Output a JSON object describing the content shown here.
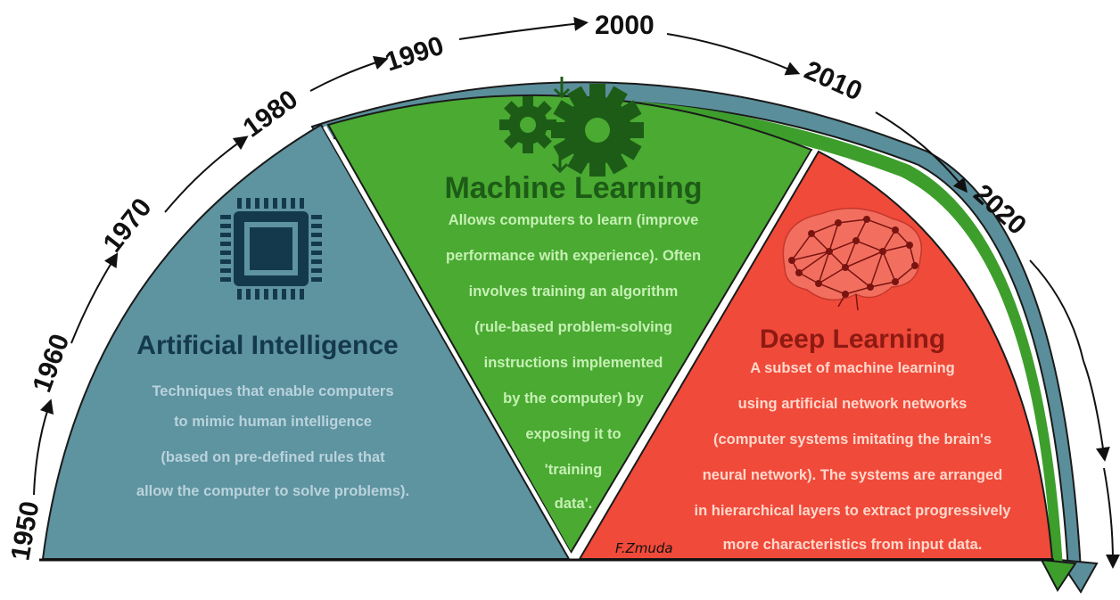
{
  "timeline": {
    "years": [
      "1950",
      "1960",
      "1970",
      "1980",
      "1990",
      "2000",
      "2010",
      "2020"
    ]
  },
  "sections": {
    "ai": {
      "title": "Artificial Intelligence",
      "lines": [
        "Techniques that enable computers",
        "to mimic human intelligence",
        "(based on pre-defined rules that",
        "allow the computer to solve problems)."
      ],
      "icon": "cpu-chip-icon",
      "color": "#5e93a0"
    },
    "ml": {
      "title": "Machine Learning",
      "lines": [
        "Allows computers to learn (improve",
        "performance with experience). Often",
        "involves training an algorithm",
        "(rule-based problem-solving",
        "instructions implemented",
        "by the computer) by",
        "exposing it to",
        "'training",
        "data'."
      ],
      "icon": "gears-icon",
      "color": "#4aaa32"
    },
    "dl": {
      "title": "Deep Learning",
      "lines": [
        "A subset of machine learning",
        "using artificial network networks",
        "(computer systems imitating the brain's",
        "neural network). The systems are arranged",
        "in hierarchical layers to extract progressively",
        "more characteristics from input data."
      ],
      "icon": "neural-brain-icon",
      "color": "#f04a3a"
    }
  },
  "signature": "F.Zmuda"
}
